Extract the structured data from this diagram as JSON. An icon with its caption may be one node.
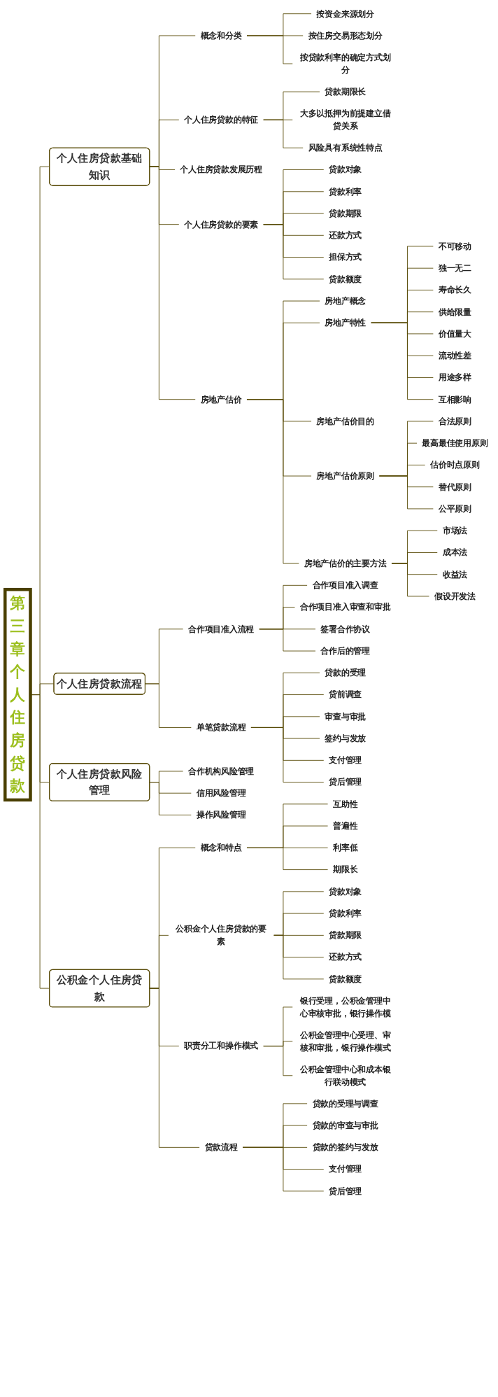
{
  "diagram": {
    "nodes": [
      {
        "text": [
          "第三章个人住房贷款"
        ]
      },
      {
        "text": [
          "个人住房贷款基础知识"
        ]
      },
      {
        "text": [
          "概念和分类"
        ]
      },
      {
        "text": [
          "按资金来源划分"
        ]
      },
      {
        "text": [
          "按住房交易形态划分"
        ]
      },
      {
        "text": [
          "按贷款利率的确定方式划分"
        ]
      },
      {
        "text": [
          "个人住房贷款的特征"
        ]
      },
      {
        "text": [
          "贷款期限长"
        ]
      },
      {
        "text": [
          "大多以抵押为前提建立借贷关系"
        ]
      },
      {
        "text": [
          "风险具有系统性特点"
        ]
      },
      {
        "text": [
          "个人住房贷款发展历程"
        ]
      },
      {
        "text": [
          "个人住房贷款的要素"
        ]
      },
      {
        "text": [
          "贷款对象"
        ]
      },
      {
        "text": [
          "贷款利率"
        ]
      },
      {
        "text": [
          "贷款期限"
        ]
      },
      {
        "text": [
          "还款方式"
        ]
      },
      {
        "text": [
          "担保方式"
        ]
      },
      {
        "text": [
          "贷款额度"
        ]
      },
      {
        "text": [
          "房地产估价"
        ]
      },
      {
        "text": [
          "房地产概念"
        ]
      },
      {
        "text": [
          "房地产特性"
        ]
      },
      {
        "text": [
          "不可移动"
        ]
      },
      {
        "text": [
          "独一无二"
        ]
      },
      {
        "text": [
          "寿命长久"
        ]
      },
      {
        "text": [
          "供给限量"
        ]
      },
      {
        "text": [
          "价值量大"
        ]
      },
      {
        "text": [
          "流动性差"
        ]
      },
      {
        "text": [
          "用途多样"
        ]
      },
      {
        "text": [
          "互相影响"
        ]
      },
      {
        "text": [
          "房地产估价目的"
        ]
      },
      {
        "text": [
          "房地产估价原则"
        ]
      },
      {
        "text": [
          "合法原则"
        ]
      },
      {
        "text": [
          "最高最佳使用原则"
        ]
      },
      {
        "text": [
          "估价时点原则"
        ]
      },
      {
        "text": [
          "替代原则"
        ]
      },
      {
        "text": [
          "公平原则"
        ]
      },
      {
        "text": [
          "房地产估价的主要方法"
        ]
      },
      {
        "text": [
          "市场法"
        ]
      },
      {
        "text": [
          "成本法"
        ]
      },
      {
        "text": [
          "收益法"
        ]
      },
      {
        "text": [
          "假设开发法"
        ]
      },
      {
        "text": [
          "个人住房贷款流程"
        ]
      },
      {
        "text": [
          "合作项目准入流程"
        ]
      },
      {
        "text": [
          "合作项目准入调查"
        ]
      },
      {
        "text": [
          "合作项目准入审查和审批"
        ]
      },
      {
        "text": [
          "签署合作协议"
        ]
      },
      {
        "text": [
          "合作后的管理"
        ]
      },
      {
        "text": [
          "单笔贷款流程"
        ]
      },
      {
        "text": [
          "贷款的受理"
        ]
      },
      {
        "text": [
          "贷前调查"
        ]
      },
      {
        "text": [
          "审查与审批"
        ]
      },
      {
        "text": [
          "签约与发放"
        ]
      },
      {
        "text": [
          "支付管理"
        ]
      },
      {
        "text": [
          "贷后管理"
        ]
      },
      {
        "text": [
          "个人住房贷款风险管理"
        ]
      },
      {
        "text": [
          "合作机构风险管理"
        ]
      },
      {
        "text": [
          "信用风险管理"
        ]
      },
      {
        "text": [
          "操作风险管理"
        ]
      },
      {
        "text": [
          "公积金个人住房贷款"
        ]
      },
      {
        "text": [
          "概念和特点"
        ]
      },
      {
        "text": [
          "互助性"
        ]
      },
      {
        "text": [
          "普遍性"
        ]
      },
      {
        "text": [
          "利率低"
        ]
      },
      {
        "text": [
          "期限长"
        ]
      },
      {
        "text": [
          "公积金个人住房贷款的要素"
        ]
      },
      {
        "text": [
          "贷款对象"
        ]
      },
      {
        "text": [
          "贷款利率"
        ]
      },
      {
        "text": [
          "贷款期限"
        ]
      },
      {
        "text": [
          "还款方式"
        ]
      },
      {
        "text": [
          "贷款额度"
        ]
      },
      {
        "text": [
          "职责分工和操作模式"
        ]
      },
      {
        "text": [
          "银行受理，公积金管理中心审核审批，银行操作模"
        ]
      },
      {
        "text": [
          "公积金管理中心受理、审核和审批，银行操作模式"
        ]
      },
      {
        "text": [
          "公积金管理中心和成本银行联动模式"
        ]
      },
      {
        "text": [
          "贷款流程"
        ]
      },
      {
        "text": [
          "贷款的受理与调查"
        ]
      },
      {
        "text": [
          "贷款的审查与审批"
        ]
      },
      {
        "text": [
          "贷款的签约与发放"
        ]
      },
      {
        "text": [
          "支付管理"
        ]
      },
      {
        "text": [
          "贷后管理"
        ]
      }
    ],
    "edges": [
      {
        "from": 0,
        "to": 1,
        "arrow": "none"
      },
      {
        "from": 1,
        "to": 2,
        "arrow": "none"
      },
      {
        "from": 2,
        "to": 3,
        "arrow": "none"
      },
      {
        "from": 2,
        "to": 4,
        "arrow": "none"
      },
      {
        "from": 2,
        "to": 5,
        "arrow": "none"
      },
      {
        "from": 1,
        "to": 6,
        "arrow": "none"
      },
      {
        "from": 6,
        "to": 7,
        "arrow": "none"
      },
      {
        "from": 6,
        "to": 8,
        "arrow": "none"
      },
      {
        "from": 6,
        "to": 9,
        "arrow": "none"
      },
      {
        "from": 1,
        "to": 10,
        "arrow": "none"
      },
      {
        "from": 1,
        "to": 11,
        "arrow": "none"
      },
      {
        "from": 11,
        "to": 12,
        "arrow": "none"
      },
      {
        "from": 11,
        "to": 13,
        "arrow": "none"
      },
      {
        "from": 11,
        "to": 14,
        "arrow": "none"
      },
      {
        "from": 11,
        "to": 15,
        "arrow": "none"
      },
      {
        "from": 11,
        "to": 16,
        "arrow": "none"
      },
      {
        "from": 11,
        "to": 17,
        "arrow": "none"
      },
      {
        "from": 1,
        "to": 18,
        "arrow": "none"
      },
      {
        "from": 18,
        "to": 19,
        "arrow": "none"
      },
      {
        "from": 18,
        "to": 20,
        "arrow": "none"
      },
      {
        "from": 20,
        "to": 21,
        "arrow": "none"
      },
      {
        "from": 20,
        "to": 22,
        "arrow": "none"
      },
      {
        "from": 20,
        "to": 23,
        "arrow": "none"
      },
      {
        "from": 20,
        "to": 24,
        "arrow": "none"
      },
      {
        "from": 20,
        "to": 25,
        "arrow": "none"
      },
      {
        "from": 20,
        "to": 26,
        "arrow": "none"
      },
      {
        "from": 20,
        "to": 27,
        "arrow": "none"
      },
      {
        "from": 20,
        "to": 28,
        "arrow": "none"
      },
      {
        "from": 18,
        "to": 29,
        "arrow": "none"
      },
      {
        "from": 18,
        "to": 30,
        "arrow": "none"
      },
      {
        "from": 30,
        "to": 31,
        "arrow": "none"
      },
      {
        "from": 30,
        "to": 32,
        "arrow": "none"
      },
      {
        "from": 30,
        "to": 33,
        "arrow": "none"
      },
      {
        "from": 30,
        "to": 34,
        "arrow": "none"
      },
      {
        "from": 30,
        "to": 35,
        "arrow": "none"
      },
      {
        "from": 18,
        "to": 36,
        "arrow": "none"
      },
      {
        "from": 36,
        "to": 37,
        "arrow": "none"
      },
      {
        "from": 36,
        "to": 38,
        "arrow": "none"
      },
      {
        "from": 36,
        "to": 39,
        "arrow": "none"
      },
      {
        "from": 36,
        "to": 40,
        "arrow": "none"
      },
      {
        "from": 0,
        "to": 41,
        "arrow": "none"
      },
      {
        "from": 41,
        "to": 42,
        "arrow": "none"
      },
      {
        "from": 42,
        "to": 43,
        "arrow": "none"
      },
      {
        "from": 42,
        "to": 44,
        "arrow": "none"
      },
      {
        "from": 42,
        "to": 45,
        "arrow": "none"
      },
      {
        "from": 42,
        "to": 46,
        "arrow": "none"
      },
      {
        "from": 41,
        "to": 47,
        "arrow": "none"
      },
      {
        "from": 47,
        "to": 48,
        "arrow": "none"
      },
      {
        "from": 47,
        "to": 49,
        "arrow": "none"
      },
      {
        "from": 47,
        "to": 50,
        "arrow": "none"
      },
      {
        "from": 47,
        "to": 51,
        "arrow": "none"
      },
      {
        "from": 47,
        "to": 52,
        "arrow": "none"
      },
      {
        "from": 47,
        "to": 53,
        "arrow": "none"
      },
      {
        "from": 0,
        "to": 54,
        "arrow": "none"
      },
      {
        "from": 54,
        "to": 55,
        "arrow": "none"
      },
      {
        "from": 54,
        "to": 56,
        "arrow": "none"
      },
      {
        "from": 54,
        "to": 57,
        "arrow": "none"
      },
      {
        "from": 0,
        "to": 58,
        "arrow": "none"
      },
      {
        "from": 58,
        "to": 59,
        "arrow": "none"
      },
      {
        "from": 59,
        "to": 60,
        "arrow": "none"
      },
      {
        "from": 59,
        "to": 61,
        "arrow": "none"
      },
      {
        "from": 59,
        "to": 62,
        "arrow": "none"
      },
      {
        "from": 59,
        "to": 63,
        "arrow": "none"
      },
      {
        "from": 58,
        "to": 64,
        "arrow": "none"
      },
      {
        "from": 64,
        "to": 65,
        "arrow": "none"
      },
      {
        "from": 64,
        "to": 66,
        "arrow": "none"
      },
      {
        "from": 64,
        "to": 67,
        "arrow": "none"
      },
      {
        "from": 64,
        "to": 68,
        "arrow": "none"
      },
      {
        "from": 64,
        "to": 69,
        "arrow": "none"
      },
      {
        "from": 58,
        "to": 70,
        "arrow": "none"
      },
      {
        "from": 70,
        "to": 71,
        "arrow": "none"
      },
      {
        "from": 70,
        "to": 72,
        "arrow": "none"
      },
      {
        "from": 70,
        "to": 73,
        "arrow": "none"
      },
      {
        "from": 58,
        "to": 74,
        "arrow": "none"
      },
      {
        "from": 74,
        "to": 75,
        "arrow": "none"
      },
      {
        "from": 74,
        "to": 76,
        "arrow": "none"
      },
      {
        "from": 74,
        "to": 77,
        "arrow": "none"
      },
      {
        "from": 74,
        "to": 78,
        "arrow": "none"
      },
      {
        "from": 74,
        "to": 79,
        "arrow": "none"
      }
    ]
  }
}
